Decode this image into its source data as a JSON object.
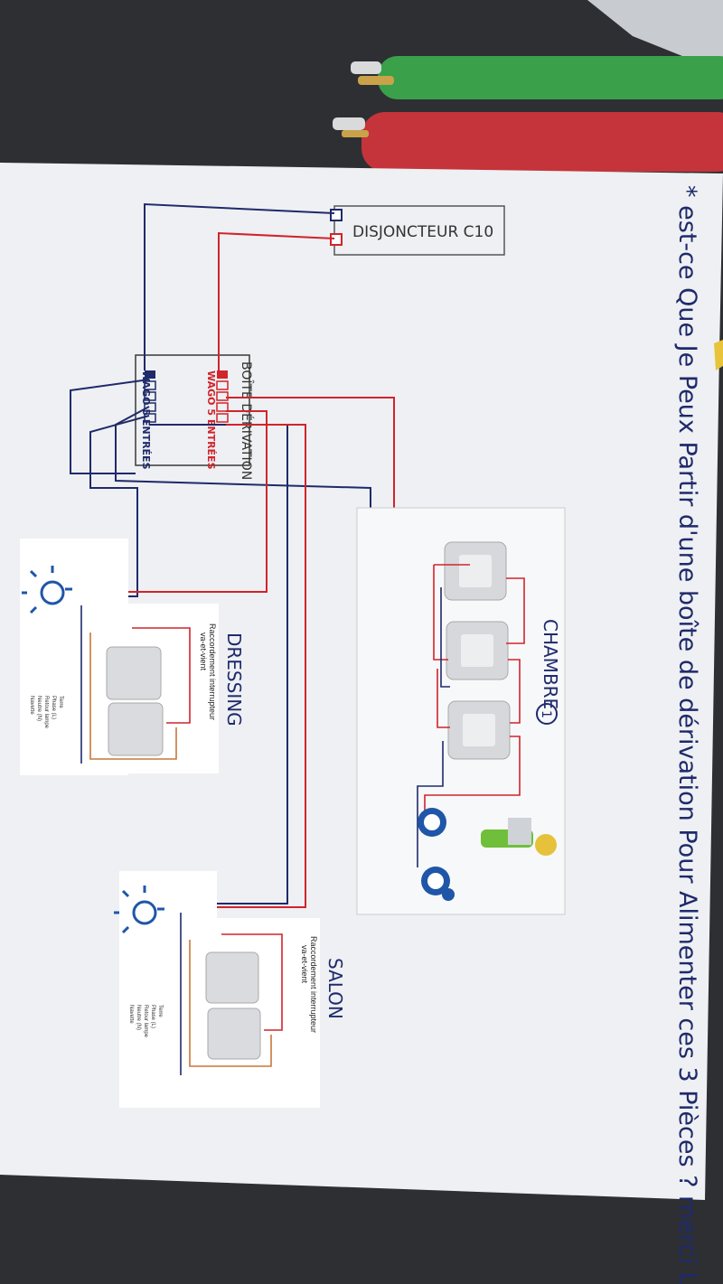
{
  "note": "* est-ce Que Je Peux Partir d'une boîte de dérivation Pour Alimenter ces 3 Pièces ? merci Loïc",
  "breaker_label": "DISJONCTEUR C10",
  "junction_box_label": "BOÎTE DÉRIVATION",
  "wago_neutral_label": "WAGO 5 ENTRÉES",
  "wago_phase_label": "WAGO 5 ENTRÉES",
  "rooms": {
    "chambre": "CHAMBRE",
    "chambre_number": "1",
    "dressing": "DRESSING",
    "salon": "SALON"
  },
  "printout": {
    "title_line1": "Raccordement interrupteur",
    "title_line2": "va-et-vient",
    "legend": [
      "Terre",
      "Phase (L)",
      "Retour lampe",
      "Neutre (N)",
      "Navette"
    ]
  },
  "colors": {
    "paper": "#eef0f3",
    "table": "#2e2f33",
    "ink_blue": "#1f2a6b",
    "ink_red": "#d1242b",
    "earth_green": "#4f8a2a",
    "led_blue": "#1f56a8"
  }
}
